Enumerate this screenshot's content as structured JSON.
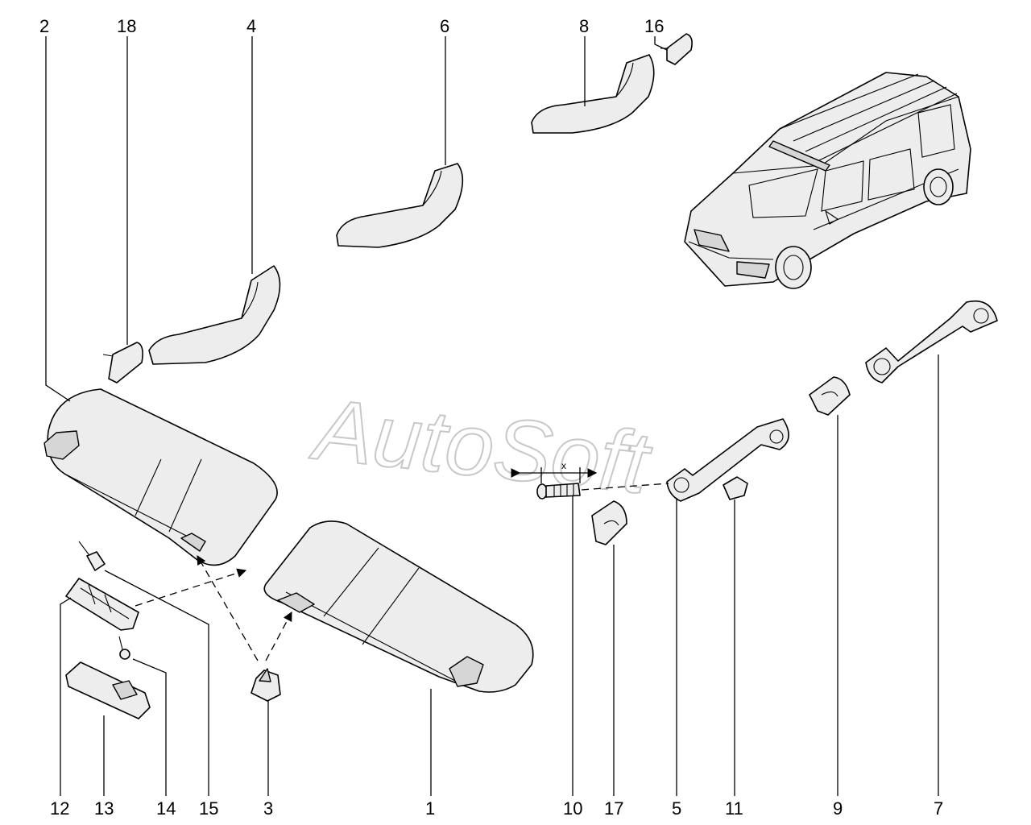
{
  "watermark": "AutoSoft",
  "dimension_label": "x",
  "callouts": {
    "n1": "1",
    "n2": "2",
    "n3": "3",
    "n4": "4",
    "n5": "5",
    "n6": "6",
    "n7": "7",
    "n8": "8",
    "n9": "9",
    "n10": "10",
    "n11": "11",
    "n12": "12",
    "n13": "13",
    "n14": "14",
    "n15": "15",
    "n16": "16",
    "n17": "17",
    "n18": "18"
  },
  "colors": {
    "line": "#000000",
    "part_fill": "#ededed",
    "shade": "#d6d6d6",
    "watermark": "#c8c8c8"
  }
}
